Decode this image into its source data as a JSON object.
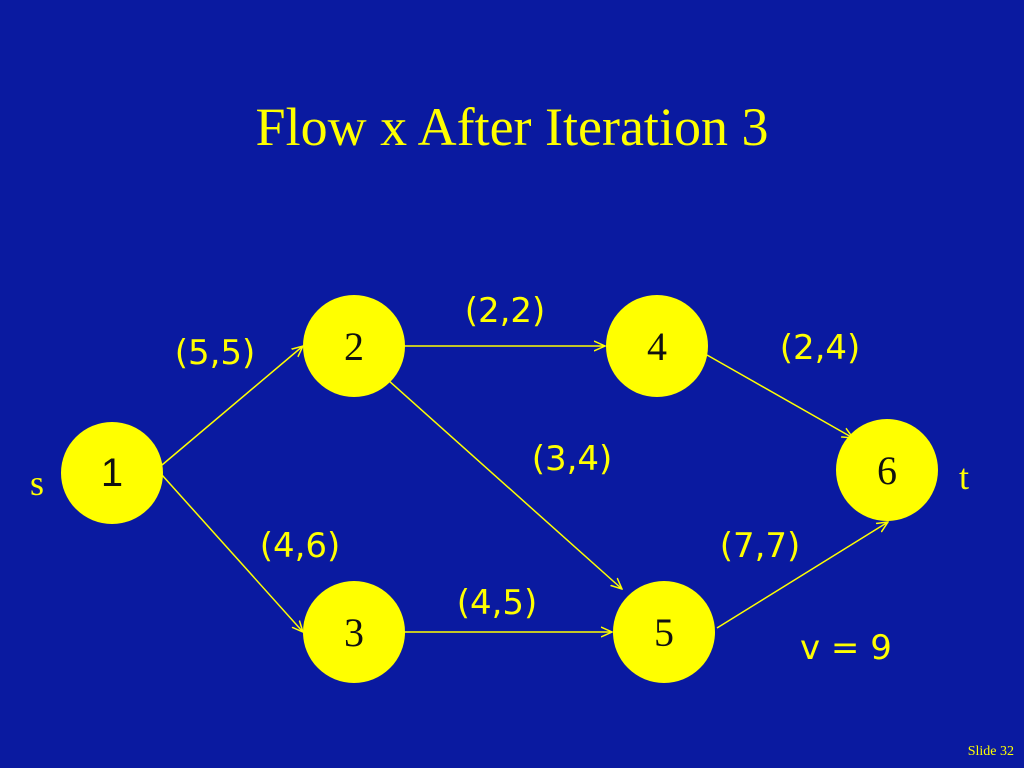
{
  "title": "Flow x After Iteration 3",
  "source_label": "s",
  "sink_label": "t",
  "nodes": [
    {
      "id": "1",
      "label": "1"
    },
    {
      "id": "2",
      "label": "2"
    },
    {
      "id": "3",
      "label": "3"
    },
    {
      "id": "4",
      "label": "4"
    },
    {
      "id": "5",
      "label": "5"
    },
    {
      "id": "6",
      "label": "6"
    }
  ],
  "edges": [
    {
      "from": "1",
      "to": "2",
      "label": "(5,5)"
    },
    {
      "from": "1",
      "to": "3",
      "label": "(4,6)"
    },
    {
      "from": "2",
      "to": "4",
      "label": "(2,2)"
    },
    {
      "from": "2",
      "to": "5",
      "label": "(3,4)"
    },
    {
      "from": "3",
      "to": "5",
      "label": "(4,5)"
    },
    {
      "from": "4",
      "to": "6",
      "label": "(2,4)"
    },
    {
      "from": "5",
      "to": "6",
      "label": "(7,7)"
    }
  ],
  "flow_value": "v = 9",
  "slide_number": "Slide 32",
  "colors": {
    "background": "#0a1aa0",
    "accent": "#ffff00",
    "node_text": "#111111"
  }
}
